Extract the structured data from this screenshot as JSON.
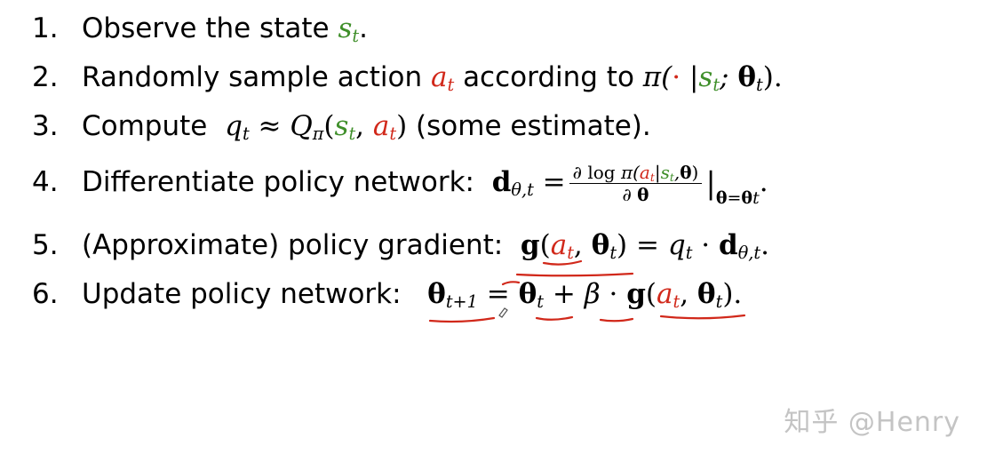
{
  "steps": [
    {
      "n": "1.",
      "text": "Observe the state"
    },
    {
      "n": "2.",
      "text": "Randomly sample action",
      "text2": "according to"
    },
    {
      "n": "3.",
      "text": "Compute",
      "text2": "(some estimate)."
    },
    {
      "n": "4.",
      "text": "Differentiate policy network:"
    },
    {
      "n": "5.",
      "text": "(Approximate) policy gradient:"
    },
    {
      "n": "6.",
      "text": "Update policy network:"
    }
  ],
  "watermark": "知乎 @Henry",
  "colors": {
    "state": "#3f8f2a",
    "action": "#d1281a",
    "ink": "#d1281a"
  }
}
